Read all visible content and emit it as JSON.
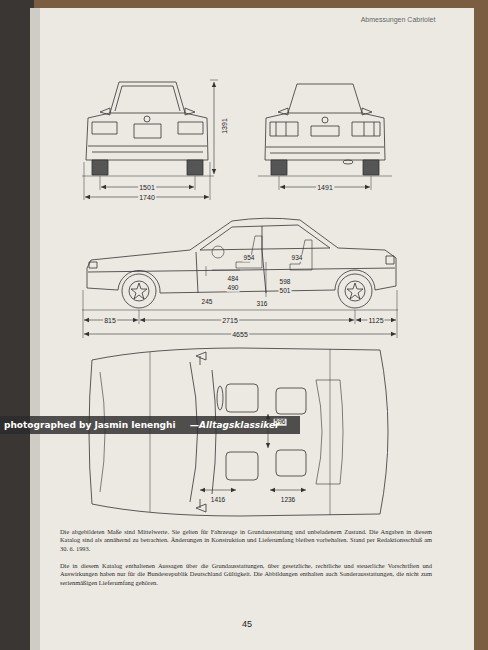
{
  "diagram": {
    "labels": [
      "Abmessungen Cabriolet",
      "1391",
      "1501",
      "1740",
      "1491",
      "954",
      "934",
      "484",
      "490",
      "598",
      "501",
      "245",
      "316",
      "815",
      "2715",
      "1125",
      "4655",
      "596",
      "1416",
      "1236",
      "photographed by Jasmin Ienenghi",
      "—Alltagsklassiker",
      "Die abgebildeten Maße sind Mittelwerte. Sie gelten für Fahrzeuge in Grundausstattung und unbeladenem Zustand. Die Angaben in diesem Katalog sind als annähernd zu betrachten. Änderungen in Konstruktion und Lieferumfang bleiben vorbehalten. Stand per Redaktionsschluß am 30. 6. 1993.",
      "Die in diesem Katalog enthaltenen Aussagen über die Grundausstattungen, über gesetzliche, rechtliche und steuerliche Vorschriften und Auswirkungen haben nur für die Bundesrepublik Deutschland Gültigkeit. Die Abbildungen enthalten auch Sonderausstattungen, die nicht zum serienmäßigen Lieferumfang gehören.",
      "45"
    ]
  }
}
